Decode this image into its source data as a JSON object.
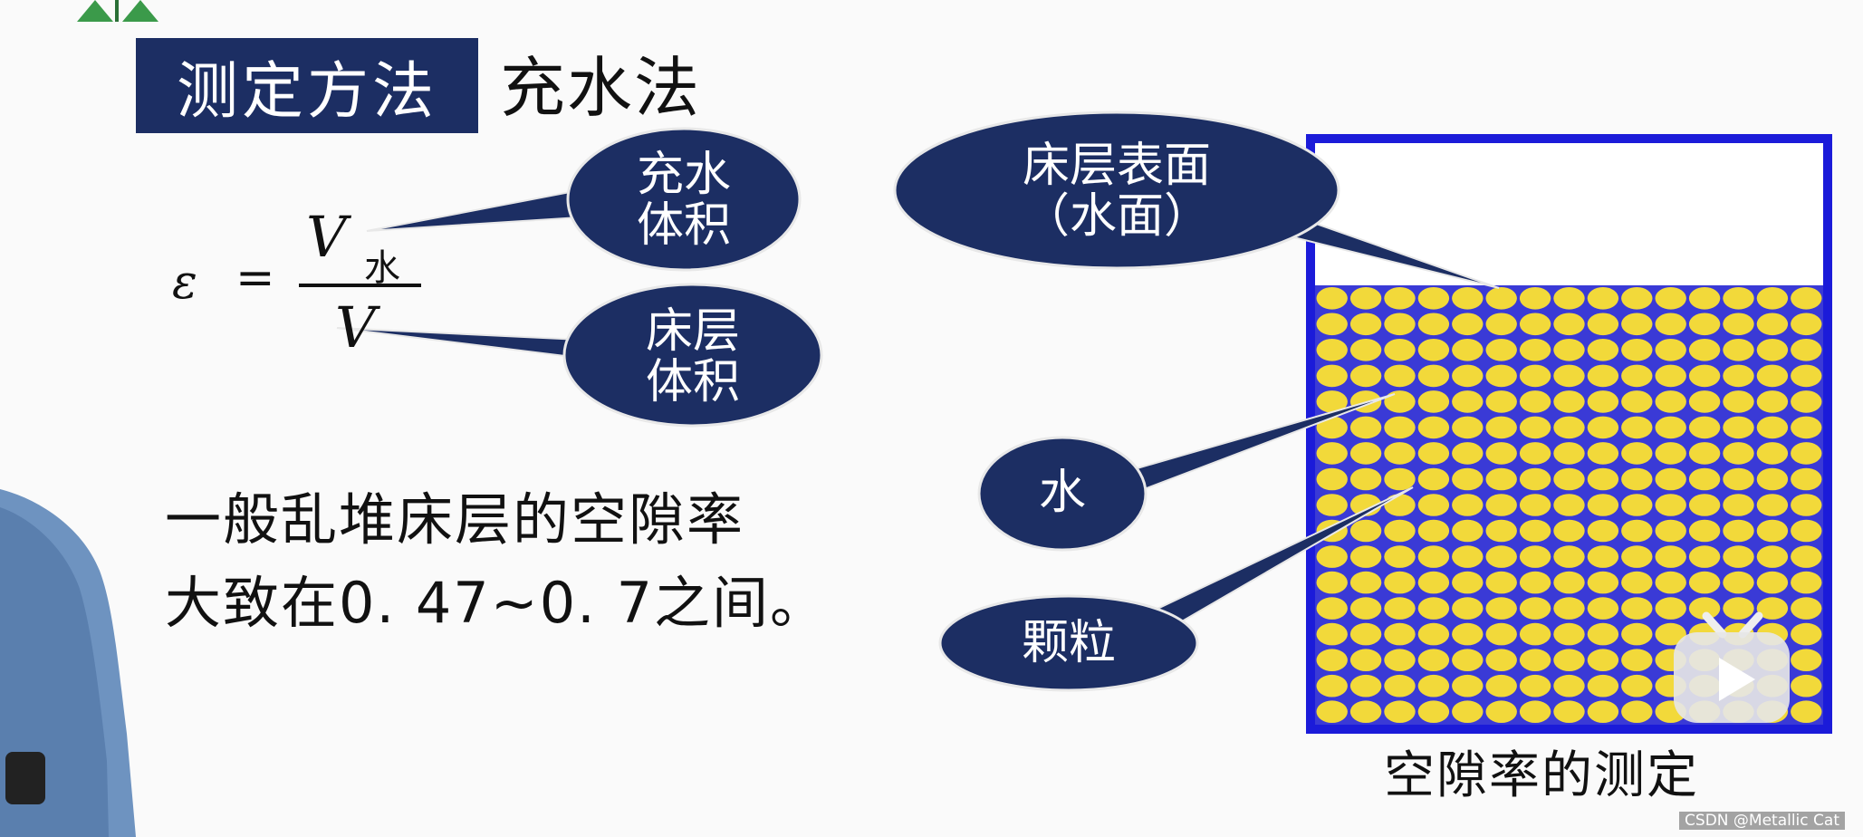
{
  "slide": {
    "title_label": "测定方法",
    "title_method": "充水法",
    "formula": {
      "symbol": "ε",
      "equals": "=",
      "numerator": "V",
      "numerator_subscript": "水",
      "denominator": "V"
    },
    "callouts": {
      "fill_volume": [
        "充水",
        "体积"
      ],
      "bed_volume": [
        "床层",
        "体积"
      ],
      "bed_surface": [
        "床层表面",
        "（水面）"
      ],
      "water": "水",
      "particle": "颗粒"
    },
    "note_lines": [
      "一般乱堆床层的空隙率",
      "大致在0. 47~0. 7之间。"
    ],
    "caption": "空隙率的测定"
  },
  "watermark": "CSDN @Metallic Cat",
  "colors": {
    "navy": "#1c2e63",
    "container_blue": "#1b1bd9",
    "particle_yellow": "#f2d93a",
    "water_blue": "#3a3ad6"
  }
}
